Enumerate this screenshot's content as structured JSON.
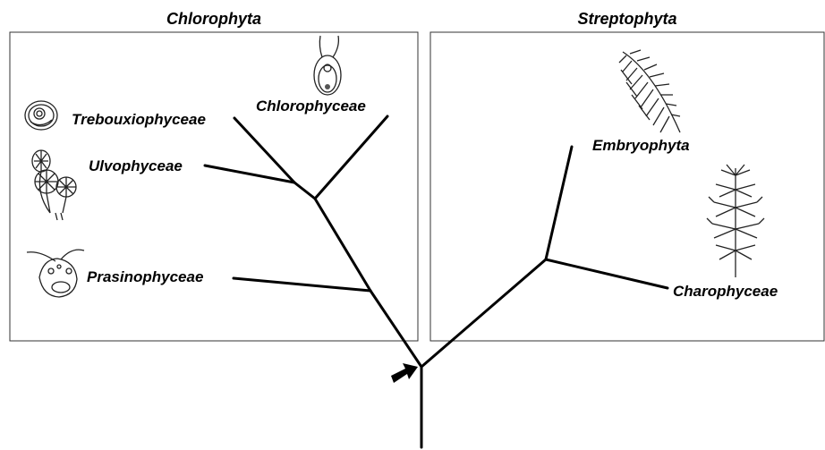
{
  "groups": {
    "left": "Chlorophyta",
    "right": "Streptophyta"
  },
  "taxa": {
    "trebouxiophyceae": "Trebouxiophyceae",
    "chlorophyceae": "Chlorophyceae",
    "ulvophyceae": "Ulvophyceae",
    "prasinophyceae": "Prasinophyceae",
    "embryophyta": "Embryophyta",
    "charophyceae": "Charophyceae"
  },
  "icons": [
    "trebouxiophyceae-cell-icon",
    "chlorophyceae-cell-icon",
    "ulvophyceae-algae-icon",
    "prasinophyceae-cell-icon",
    "fern-frond-icon",
    "chara-plant-icon",
    "root-arrow-icon"
  ]
}
